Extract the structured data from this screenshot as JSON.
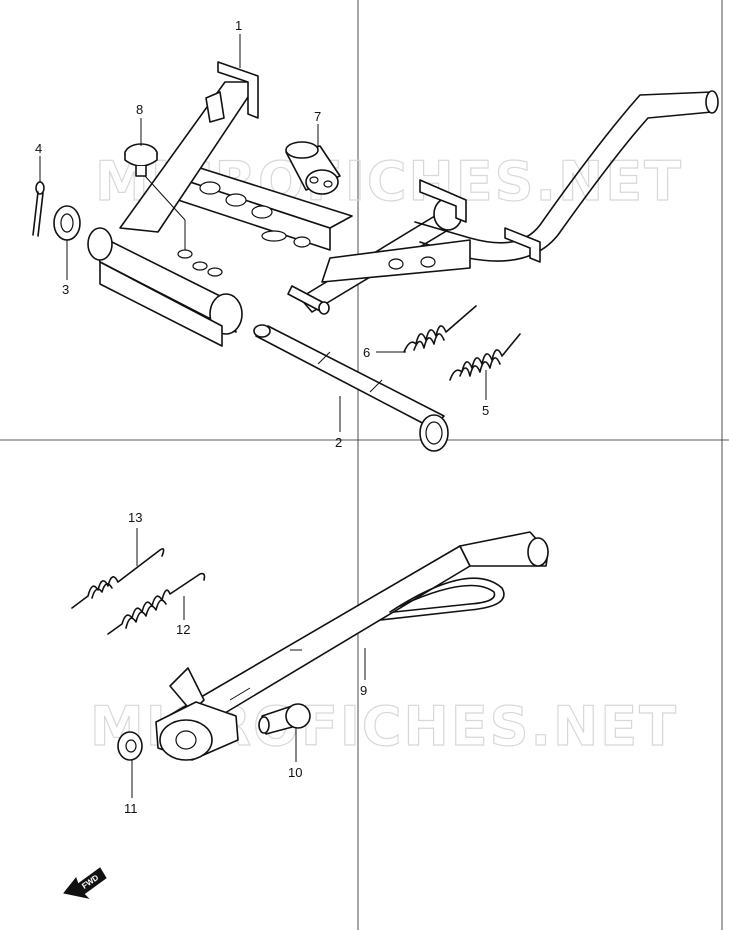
{
  "watermark": "MICROFICHES.NET",
  "fwd_label": "FWD",
  "callouts": [
    {
      "id": "1",
      "label": "1"
    },
    {
      "id": "2",
      "label": "2"
    },
    {
      "id": "3",
      "label": "3"
    },
    {
      "id": "4",
      "label": "4"
    },
    {
      "id": "5",
      "label": "5"
    },
    {
      "id": "6",
      "label": "6"
    },
    {
      "id": "7",
      "label": "7"
    },
    {
      "id": "8",
      "label": "8"
    },
    {
      "id": "9",
      "label": "9"
    },
    {
      "id": "10",
      "label": "10"
    },
    {
      "id": "11",
      "label": "11"
    },
    {
      "id": "12",
      "label": "12"
    },
    {
      "id": "13",
      "label": "13"
    }
  ]
}
